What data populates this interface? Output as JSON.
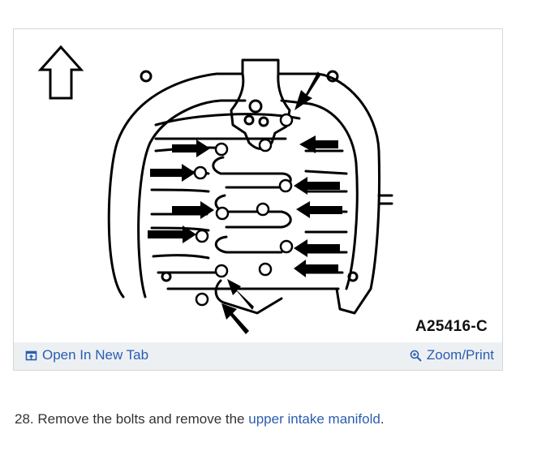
{
  "figure": {
    "caption": "A25416-C",
    "open_new_tab": "Open In New Tab",
    "zoom_print": "Zoom/Print",
    "icons": {
      "open": "open-in-new-tab-icon",
      "zoom": "zoom-magnifier-icon",
      "direction": "up-arrow-icon"
    }
  },
  "step": {
    "number": "28.",
    "text_before": "Remove the bolts and remove the",
    "link": "upper intake manifold",
    "text_after": "."
  },
  "colors": {
    "link": "#2a5db0",
    "toolbar_bg": "#edf0f3"
  }
}
